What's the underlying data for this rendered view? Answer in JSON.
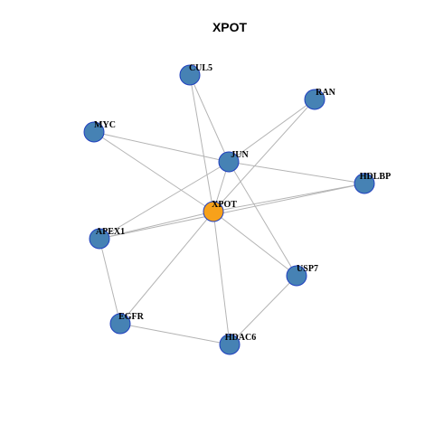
{
  "title": "XPOT",
  "colors": {
    "focal_node_fill": "#f7a11a",
    "other_node_fill": "#4682b4",
    "node_border": "#1f3fbf",
    "edge": "#b4b4b4"
  },
  "focal_node": "XPOT",
  "nodes": [
    {
      "id": "XPOT"
    },
    {
      "id": "CUL5"
    },
    {
      "id": "RAN"
    },
    {
      "id": "MYC"
    },
    {
      "id": "JUN"
    },
    {
      "id": "HDLBP"
    },
    {
      "id": "APEX1"
    },
    {
      "id": "USP7"
    },
    {
      "id": "EGFR"
    },
    {
      "id": "HDAC6"
    }
  ],
  "edges": [
    [
      "XPOT",
      "JUN"
    ],
    [
      "XPOT",
      "CUL5"
    ],
    [
      "XPOT",
      "RAN"
    ],
    [
      "XPOT",
      "MYC"
    ],
    [
      "XPOT",
      "HDLBP"
    ],
    [
      "XPOT",
      "APEX1"
    ],
    [
      "XPOT",
      "USP7"
    ],
    [
      "XPOT",
      "EGFR"
    ],
    [
      "XPOT",
      "HDAC6"
    ],
    [
      "JUN",
      "CUL5"
    ],
    [
      "JUN",
      "RAN"
    ],
    [
      "JUN",
      "MYC"
    ],
    [
      "JUN",
      "HDLBP"
    ],
    [
      "JUN",
      "APEX1"
    ],
    [
      "JUN",
      "USP7"
    ],
    [
      "APEX1",
      "HDLBP"
    ],
    [
      "APEX1",
      "EGFR"
    ],
    [
      "EGFR",
      "HDAC6"
    ],
    [
      "HDAC6",
      "USP7"
    ]
  ]
}
